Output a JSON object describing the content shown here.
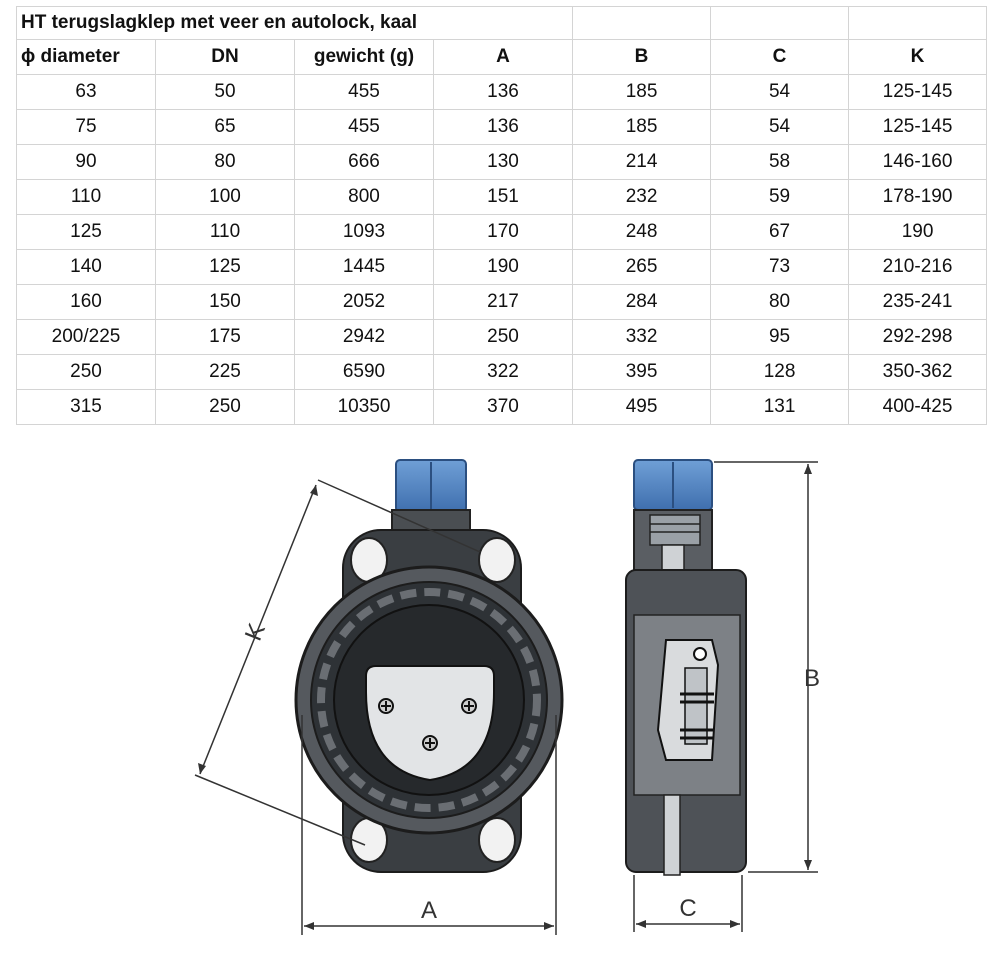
{
  "title": "HT terugslagklep met veer en autolock, kaal",
  "table": {
    "headers": [
      "ϕ diameter",
      "DN",
      "gewicht (g)",
      "A",
      "B",
      "C",
      "K"
    ],
    "rows": [
      [
        "63",
        "50",
        "455",
        "136",
        "185",
        "54",
        "125-145"
      ],
      [
        "75",
        "65",
        "455",
        "136",
        "185",
        "54",
        "125-145"
      ],
      [
        "90",
        "80",
        "666",
        "130",
        "214",
        "58",
        "146-160"
      ],
      [
        "110",
        "100",
        "800",
        "151",
        "232",
        "59",
        "178-190"
      ],
      [
        "125",
        "110",
        "1093",
        "170",
        "248",
        "67",
        "190"
      ],
      [
        "140",
        "125",
        "1445",
        "190",
        "265",
        "73",
        "210-216"
      ],
      [
        "160",
        "150",
        "2052",
        "217",
        "284",
        "80",
        "235-241"
      ],
      [
        "200/225",
        "175",
        "2942",
        "250",
        "332",
        "95",
        "292-298"
      ],
      [
        "250",
        "225",
        "6590",
        "322",
        "395",
        "128",
        "350-362"
      ],
      [
        "315",
        "250",
        "10350",
        "370",
        "495",
        "131",
        "400-425"
      ]
    ]
  },
  "drawing": {
    "label_a": "A",
    "label_b": "B",
    "label_c": "C",
    "label_k": "K"
  }
}
